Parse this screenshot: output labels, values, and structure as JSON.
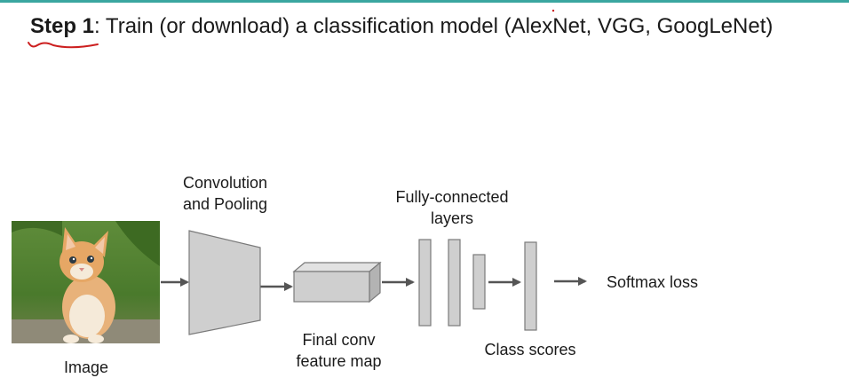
{
  "colors": {
    "accent_bar": "#3aa6a0",
    "arrow": "#555555",
    "block_fill": "#cfcfcf",
    "block_stroke": "#7a7a7a",
    "annotation": "#cc1f1f"
  },
  "header": {
    "step_label": "Step 1",
    "title_rest": ": Train (or download) a classification model (AlexNet, VGG, GoogLeNet)"
  },
  "diagram": {
    "image_label": "Image",
    "conv_label_line1": "Convolution",
    "conv_label_line2": "and Pooling",
    "feature_label_line1": "Final conv",
    "feature_label_line2": "feature map",
    "fc_label_line1": "Fully-connected",
    "fc_label_line2": "layers",
    "scores_label": "Class scores",
    "loss_label": "Softmax loss",
    "image_subject": "kitten-photo"
  }
}
